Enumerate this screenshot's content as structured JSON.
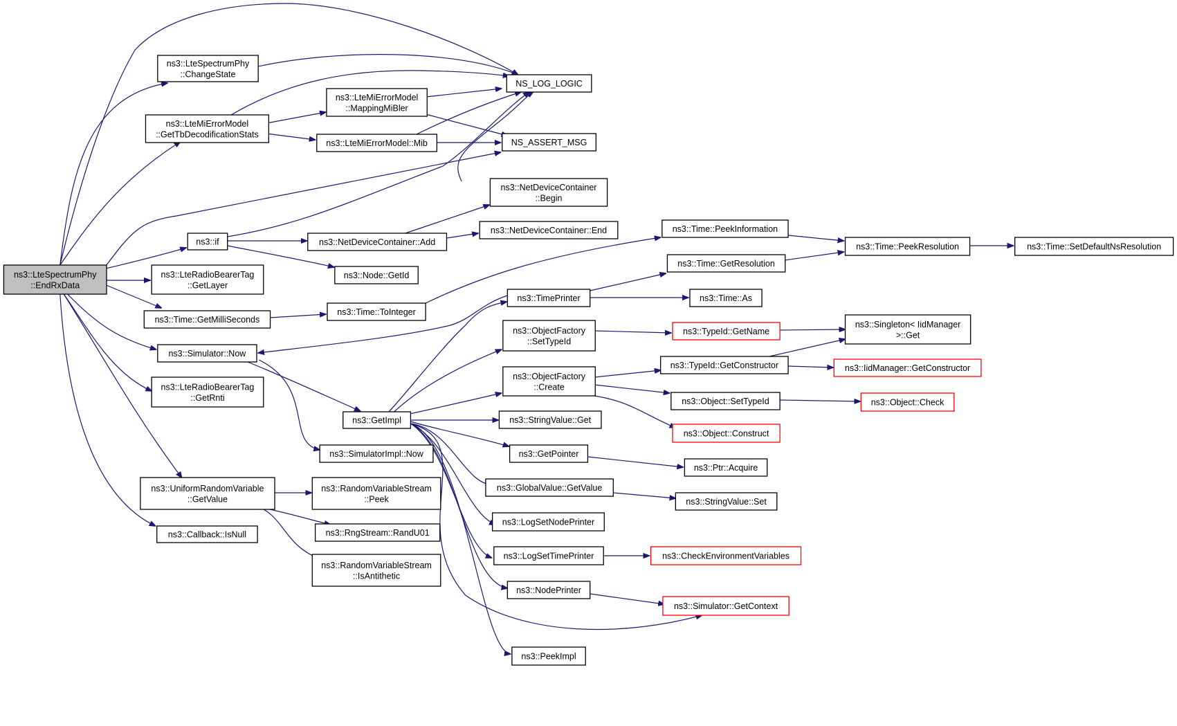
{
  "colors": {
    "edge": "#191970",
    "root_fill": "#bfbfbf",
    "external_border": "#ff0000",
    "border": "#000000"
  },
  "nodes": {
    "root": [
      "ns3::LteSpectrumPhy",
      "::EndRxData"
    ],
    "changeState": [
      "ns3::LteSpectrumPhy",
      "::ChangeState"
    ],
    "nsLogLogic": [
      "NS_LOG_LOGIC"
    ],
    "getTbDecod": [
      "ns3::LteMiErrorModel",
      "::GetTbDecodificationStats"
    ],
    "mappingMiBler": [
      "ns3::LteMiErrorModel",
      "::MappingMiBler"
    ],
    "mib": [
      "ns3::LteMiErrorModel::Mib"
    ],
    "nsAssertMsg": [
      "NS_ASSERT_MSG"
    ],
    "ndcBegin": [
      "ns3::NetDeviceContainer",
      "::Begin"
    ],
    "nsIf": [
      "ns3::if"
    ],
    "ndcAdd": [
      "ns3::NetDeviceContainer::Add"
    ],
    "ndcEnd": [
      "ns3::NetDeviceContainer::End"
    ],
    "nodeGetId": [
      "ns3::Node::GetId"
    ],
    "getLayer": [
      "ns3::LteRadioBearerTag",
      "::GetLayer"
    ],
    "getMilli": [
      "ns3::Time::GetMilliSeconds"
    ],
    "toInteger": [
      "ns3::Time::ToInteger"
    ],
    "peekInfo": [
      "ns3::Time::PeekInformation"
    ],
    "peekRes": [
      "ns3::Time::PeekResolution"
    ],
    "setDefRes": [
      "ns3::Time::SetDefaultNsResolution"
    ],
    "getRes": [
      "ns3::Time::GetResolution"
    ],
    "timePrinter": [
      "ns3::TimePrinter"
    ],
    "timeAs": [
      "ns3::Time::As"
    ],
    "simNow": [
      "ns3::Simulator::Now"
    ],
    "ofSetTypeId": [
      "ns3::ObjectFactory",
      "::SetTypeId"
    ],
    "typeIdGetName": [
      "ns3::TypeId::GetName"
    ],
    "singletonGet": [
      "ns3::Singleton< IidManager",
      ">::Get"
    ],
    "getRnti": [
      "ns3::LteRadioBearerTag",
      "::GetRnti"
    ],
    "ofCreate": [
      "ns3::ObjectFactory",
      "::Create"
    ],
    "typeIdGetCtor": [
      "ns3::TypeId::GetConstructor"
    ],
    "iidGetCtor": [
      "ns3::IidManager::GetConstructor"
    ],
    "getImpl": [
      "ns3::GetImpl"
    ],
    "objSetTypeId": [
      "ns3::Object::SetTypeId"
    ],
    "objCheck": [
      "ns3::Object::Check"
    ],
    "stringValueGet": [
      "ns3::StringValue::Get"
    ],
    "objConstruct": [
      "ns3::Object::Construct"
    ],
    "simImplNow": [
      "ns3::SimulatorImpl::Now"
    ],
    "getPointer": [
      "ns3::GetPointer"
    ],
    "ptrAcquire": [
      "ns3::Ptr::Acquire"
    ],
    "urvGetValue": [
      "ns3::UniformRandomVariable",
      "::GetValue"
    ],
    "rvsPeek": [
      "ns3::RandomVariableStream",
      "::Peek"
    ],
    "gvGetValue": [
      "ns3::GlobalValue::GetValue"
    ],
    "stringValueSet": [
      "ns3::StringValue::Set"
    ],
    "logSetNodePrinter": [
      "ns3::LogSetNodePrinter"
    ],
    "rngRandU01": [
      "ns3::RngStream::RandU01"
    ],
    "cbIsNull": [
      "ns3::Callback::IsNull"
    ],
    "logSetTimePrinter": [
      "ns3::LogSetTimePrinter"
    ],
    "checkEnvVars": [
      "ns3::CheckEnvironmentVariables"
    ],
    "rvsIsAntithetic": [
      "ns3::RandomVariableStream",
      "::IsAntithetic"
    ],
    "nodePrinter": [
      "ns3::NodePrinter"
    ],
    "simGetContext": [
      "ns3::Simulator::GetContext"
    ],
    "peekImpl": [
      "ns3::PeekImpl"
    ]
  }
}
